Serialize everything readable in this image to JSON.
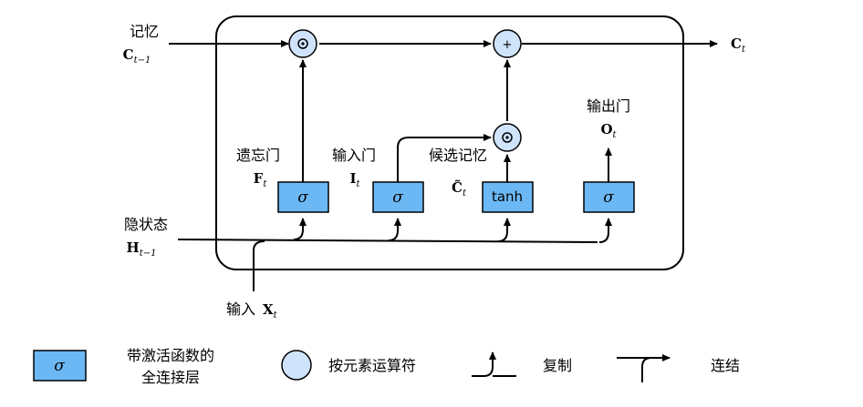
{
  "labels": {
    "memory": "记忆",
    "hidden_state": "隐状态",
    "forget_gate": "遗忘门",
    "input_gate": "输入门",
    "candidate_memory": "候选记忆",
    "output_gate": "输出门",
    "input": "输入"
  },
  "math": {
    "c_prev": {
      "base": "C",
      "sub": "t−1"
    },
    "h_prev": {
      "base": "H",
      "sub": "t−1"
    },
    "c_out": {
      "base": "C",
      "sub": "t"
    },
    "f": {
      "base": "F",
      "sub": "t"
    },
    "i": {
      "base": "I",
      "sub": "t"
    },
    "c_tilde": {
      "base": "C̃",
      "sub": "t"
    },
    "o": {
      "base": "O",
      "sub": "t"
    },
    "x": {
      "base": "X",
      "sub": "t"
    }
  },
  "gates": {
    "forget": "σ",
    "input": "σ",
    "candidate": "tanh",
    "output": "σ"
  },
  "operators": {
    "multiply": "⊙",
    "add": "+"
  },
  "legend": {
    "activation_symbol": "σ",
    "activation_line1": "带激活函数的",
    "activation_line2": "全连接层",
    "operator": "按元素运算符",
    "copy": "复制",
    "concat": "连结"
  },
  "colors": {
    "gate_fill": "#6cb8f5",
    "op_fill": "#cfe3fb",
    "stroke": "#000000"
  }
}
